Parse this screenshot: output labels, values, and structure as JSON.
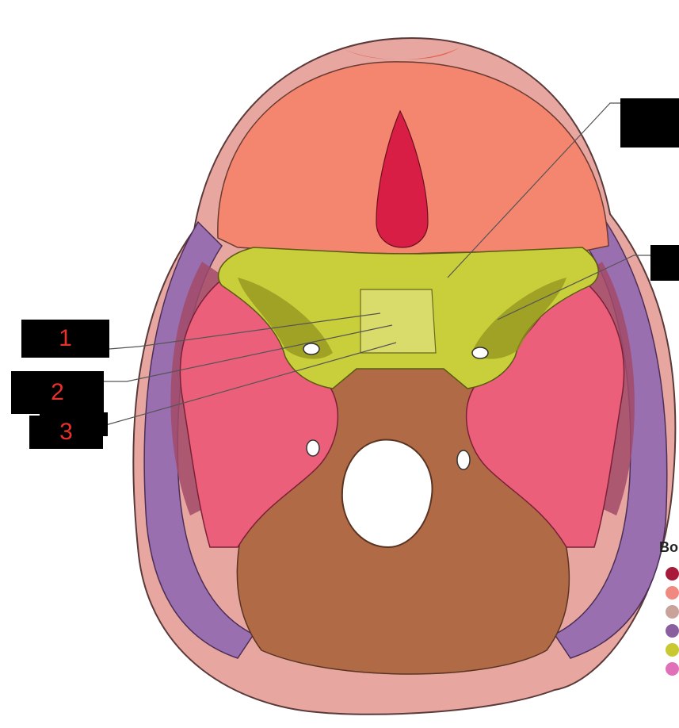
{
  "labels": {
    "label_1": "1",
    "label_2": "2",
    "label_3": "3",
    "top_right": "",
    "mid_right": ""
  },
  "legend": {
    "title": "Bo",
    "swatches": [
      "#a81a3a",
      "#f08a80",
      "#c9a29a",
      "#8a5fa0",
      "#c8c832",
      "#e070b8"
    ]
  },
  "colors": {
    "frontal": "#f4856f",
    "parietal": "#9a6fb0",
    "sphenoid": "#c9cf3a",
    "temporal": "#ec5f7a",
    "occipital": "#b06a45",
    "ethmoid": "#d81e45",
    "label_text": "#e8312a"
  }
}
